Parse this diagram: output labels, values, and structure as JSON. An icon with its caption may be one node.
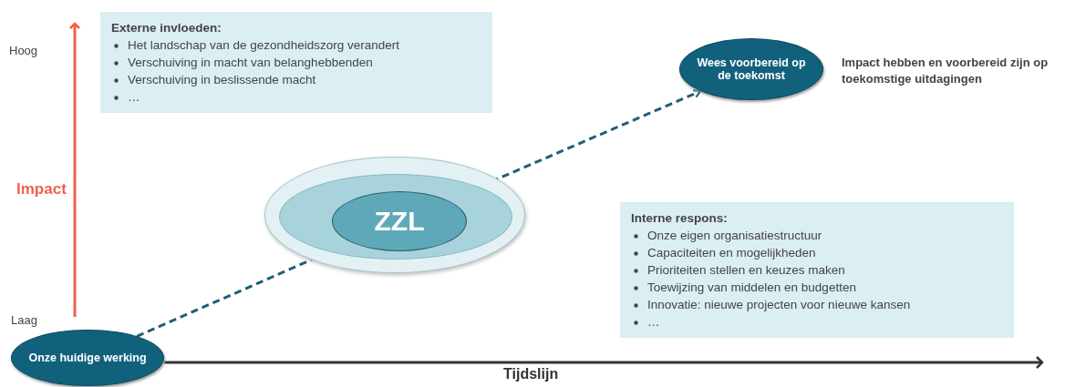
{
  "diagram": {
    "nodes": [
      {
        "text": [
          "Externe invloeden:",
          "Het landschap van de gezondheidszorg verandert",
          "Verschuiving in macht van belanghebbenden",
          "Verschuiving in beslissende macht",
          "…"
        ]
      },
      {
        "text": [
          "Wees voorbereid op de toekomst"
        ],
        "beside": [
          "Impact hebben en voorbereid zijn op toekomstige uitdagingen"
        ]
      },
      {
        "text": [],
        "shape": "ellipse"
      },
      {
        "text": [],
        "shape": "ellipse",
        "in": 2
      },
      {
        "text": [
          "ZZL"
        ],
        "in": 3
      },
      {
        "text": [
          "Interne respons:",
          "Onze eigen organisatiestructuur",
          "Capaciteiten en mogelijkheden",
          "Prioriteiten stellen en keuzes maken",
          "Toewijzing van middelen en budgetten",
          "Innovatie: nieuwe projecten voor nieuwe kansen",
          "…"
        ]
      },
      {
        "text": [
          "Onze huidige werking"
        ]
      }
    ],
    "edges": [
      {
        "from": 6,
        "to": 4,
        "arrow": "to",
        "style": "dashed"
      },
      {
        "from": 4,
        "to": 1,
        "arrow": "to",
        "style": "dashed"
      }
    ],
    "labels": [
      "Hoog",
      "Impact",
      "Laag",
      "Tijdslijn"
    ]
  }
}
